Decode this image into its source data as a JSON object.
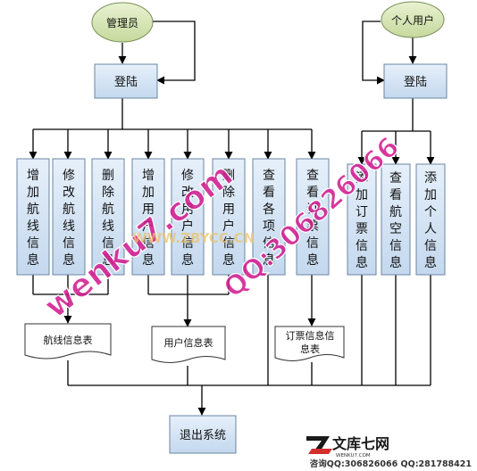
{
  "diagram": {
    "admin_label": "管理员",
    "user_label": "个人用户",
    "login_left": "登陆",
    "login_right": "登陆",
    "exit_label": "退出系统",
    "functions": [
      "增加航线信息",
      "修改航线信息",
      "删除航线信息",
      "增加用户信息",
      "修改用户信息",
      "删除用户信息",
      "查看各项信息",
      "查看订票信息",
      "添加订票信息",
      "查看航空信息",
      "添加个人信息"
    ],
    "tables": {
      "route": "航线信息表",
      "user": "用户信息表",
      "booking_line1": "订票信息信",
      "booking_line2": "息表"
    }
  },
  "watermark": {
    "site": "wenku7.com",
    "qq": "QQ:306826066",
    "site_overlay": "WWW.ZBYCC.CN"
  },
  "footer": {
    "brand": "文库七网",
    "brand_url": "WENKU7.COM",
    "contact": "咨询QQ:306826066  QQ:281788421"
  }
}
